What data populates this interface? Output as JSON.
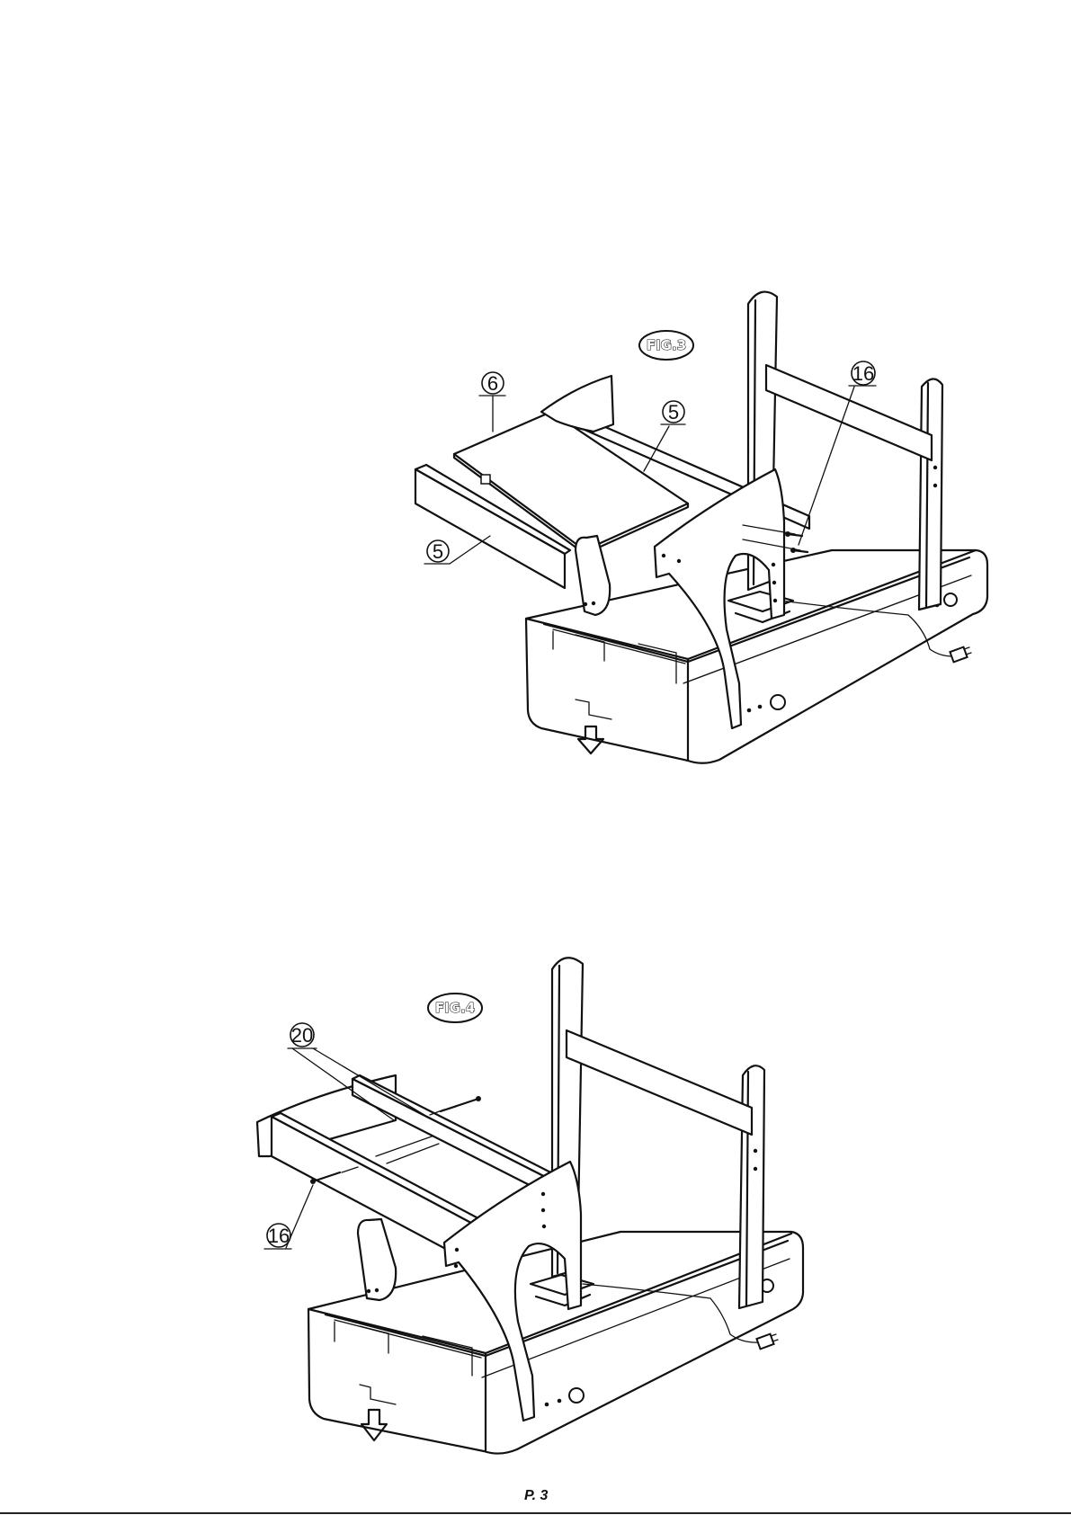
{
  "figures": [
    {
      "label": "FIG.3",
      "callouts": [
        "6",
        "5",
        "5",
        "16"
      ]
    },
    {
      "label": "FIG.4",
      "callouts": [
        "20",
        "16"
      ]
    }
  ],
  "footer": {
    "page_number": "P. 3"
  },
  "icons": [
    "down-arrow-icon",
    "screw-icon",
    "knob-icon",
    "power-plug-icon"
  ],
  "colors": {
    "ink": "#111111",
    "paper": "#ffffff"
  }
}
